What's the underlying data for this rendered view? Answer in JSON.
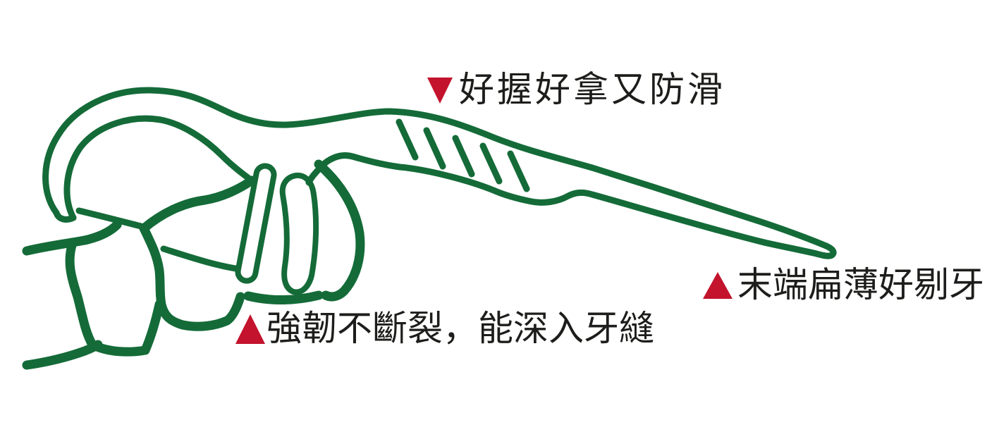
{
  "figure": {
    "type": "product-feature-diagram",
    "subject": "dental floss pick shown picking between molar teeth",
    "background_color": "#ffffff",
    "line_color_green": "#146b38",
    "marker_color_red": "#c3132d",
    "text_color": "#1d1d1b",
    "annotations": {
      "grip": {
        "marker_icon": "triangle-down-icon",
        "marker_direction": "down",
        "label": "好握好拿又防滑",
        "points_to": "textured non-slip handle with grip hatching"
      },
      "strength": {
        "marker_icon": "triangle-up-icon",
        "marker_direction": "up",
        "label": "強韌不斷裂，能深入牙縫",
        "points_to": "floss strand stretched between fork prongs, deep in tooth gap"
      },
      "tip": {
        "marker_icon": "triangle-up-icon",
        "marker_direction": "up",
        "label": "末端扁薄好剔牙",
        "points_to": "flat thin tapered tail end used as toothpick"
      }
    },
    "drawing_elements": [
      "two molar teeth outlines with gum lines at left",
      "floss pick bow arch head",
      "floss strand between bow tip and fork prong",
      "two fork prongs inserted between teeth",
      "partially hidden third tooth",
      "long wavy tapering handle with five diagonal grip lines ending in a flat point"
    ]
  }
}
